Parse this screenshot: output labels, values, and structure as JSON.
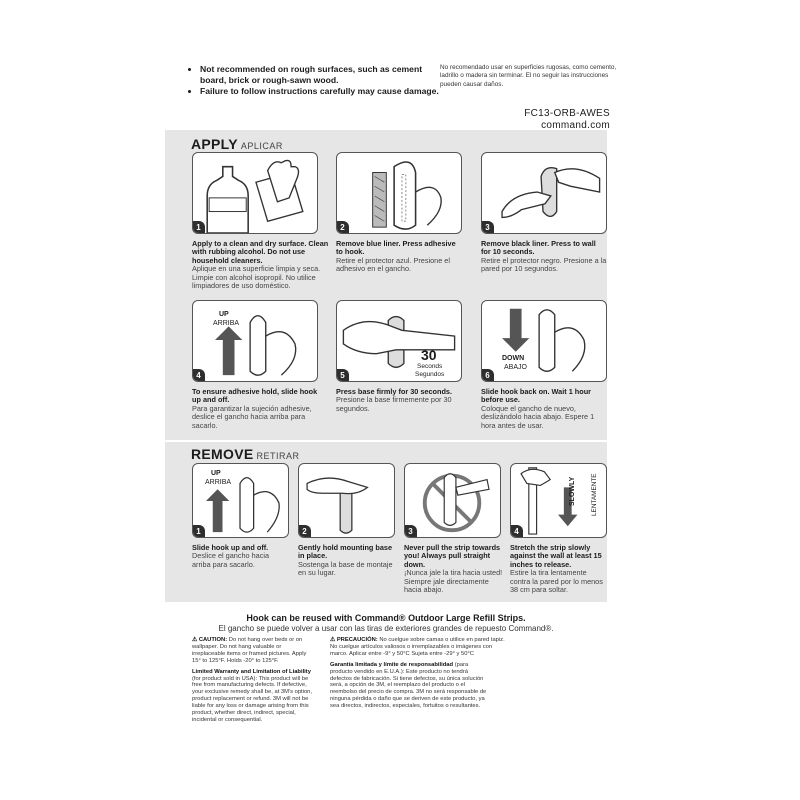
{
  "top_warnings": {
    "en": [
      "Not recommended on rough surfaces, such as cement board, brick or rough-sawn wood.",
      "Failure to follow instructions carefully may cause damage."
    ],
    "es": "No recomendado usar en superficies rugosas, como cemento, ladrillo o madera sin terminar. El no seguir las instrucciones pueden causar daños."
  },
  "product_code": "FC13-ORB-AWES",
  "website": "command.com",
  "apply": {
    "title": "APPLY",
    "title_es": "APLICAR",
    "steps": [
      {
        "num": "1",
        "en": "Apply to a clean and dry surface. Clean with rubbing alcohol. Do not use household cleaners.",
        "es": "Aplique en una superficie limpia y seca. Limpie con alcohol isopropil. No utilice limpiadores de uso doméstico."
      },
      {
        "num": "2",
        "en": "Remove blue liner. Press adhesive to hook.",
        "es": "Retire el protector azul. Presione el adhesivo en el gancho."
      },
      {
        "num": "3",
        "en": "Remove black liner. Press to wall for 10 seconds.",
        "es": "Retire el protector negro. Presione a la pared por 10 segundos."
      },
      {
        "num": "4",
        "en": "To ensure adhesive hold, slide hook up and off.",
        "es": "Para garantizar la sujeción adhesive, deslice el gancho hacia arriba para sacarlo."
      },
      {
        "num": "5",
        "en": "Press base firmly for 30 seconds.",
        "es": "Presione la base firmemente por 30 segundos."
      },
      {
        "num": "6",
        "en": "Slide hook back on. Wait 1 hour before use.",
        "es": "Coloque el gancho de nuevo, deslizándolo hacia abajo. Espere 1 hora antes de usar."
      }
    ],
    "panel_text": {
      "up": "UP",
      "up_es": "ARRIBA",
      "seconds_num": "30",
      "seconds": "Seconds",
      "seconds_es": "Segundos",
      "down": "DOWN",
      "down_es": "ABAJO"
    }
  },
  "remove": {
    "title": "REMOVE",
    "title_es": "RETIRAR",
    "steps": [
      {
        "num": "1",
        "en": "Slide hook up and off.",
        "es": "Deslice el gancho hacia arriba para sacarlo."
      },
      {
        "num": "2",
        "en": "Gently hold mounting base in place.",
        "es": "Sostenga la base de montaje en su lugar."
      },
      {
        "num": "3",
        "en": "Never pull the strip towards you! Always pull straight down.",
        "es": "¡Nunca jale la tira hacia usted! Siempre jale directamente hacia abajo."
      },
      {
        "num": "4",
        "en": "Stretch the strip slowly against the wall at least 15 inches to release.",
        "es": "Estire la tira lentamente contra la pared por lo menos 38 cm para soltar."
      }
    ],
    "panel_text": {
      "up": "UP",
      "up_es": "ARRIBA",
      "slowly": "SLOWLY",
      "slowly_es": "LENTAMENTE"
    }
  },
  "reuse": {
    "en": "Hook can be reused with Command® Outdoor Large Refill Strips.",
    "es": "El gancho se puede volver a usar con las tiras de exteriores grandes de repuesto Command®."
  },
  "fine_print": {
    "caution_label": "CAUTION:",
    "caution": "Do not hang over beds or on wallpaper. Do not hang valuable or irreplaceable items or framed pictures. Apply 15° to 125°F. Holds -20° to 125°F.",
    "warranty_title": "Limited Warranty and Limitation of Liability",
    "warranty": "(for product sold in USA): This product will be free from manufacturing defects. If defective, your exclusive remedy shall be, at 3M's option, product replacement or refund. 3M will not be liable for any loss or damage arising from this product, whether direct, indirect, special, incidental or consequential.",
    "precaucion_label": "PRECAUCIÓN:",
    "precaucion": "No cuelgue sobre camas o utilice en pared tapiz. No cuelgue artículos valiosos o irremplazables o imágenes con marco. Aplicar entre -9° y 50°C Sujeta entre -29° y 50°C",
    "garantia_title": "Garantía limitada y límite de responsabilidad",
    "garantia": "(para producto vendido en E.U.A.): Este producto no tendrá defectos de fabricación. Si tiene defectos, su única solución será, a opción de 3M, el reemplazo del producto o el reembolso del precio de compra. 3M no será responsable de ninguna pérdida o daño que se deriven de este producto, ya sea directos, indirectos, especiales, fortuitos o resultantes."
  }
}
